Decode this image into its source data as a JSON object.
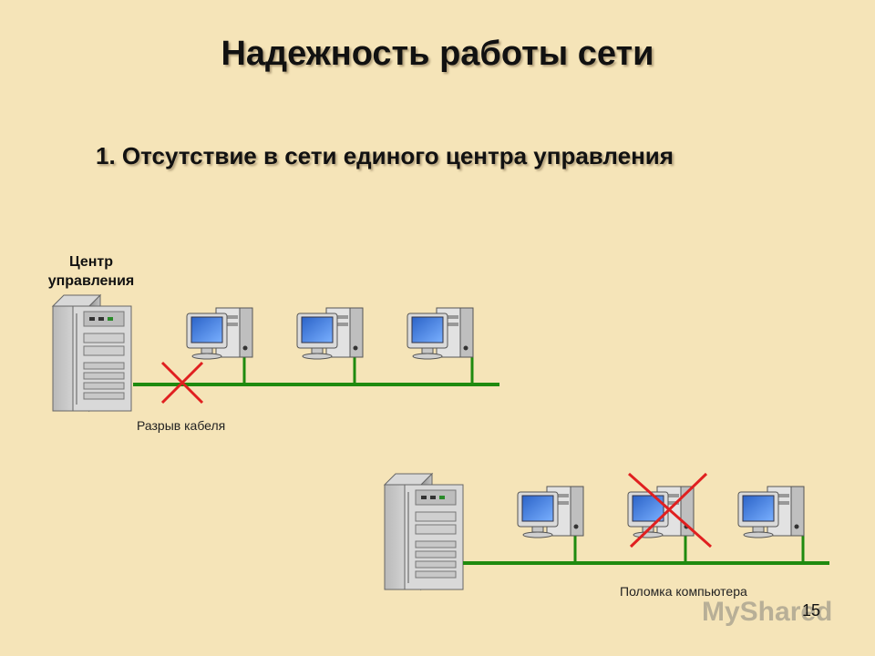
{
  "slide": {
    "title": "Надежность работы сети",
    "subtitle": "1. Отсутствие в сети единого центра управления",
    "control_center_label_line1": "Центр",
    "control_center_label_line2": "управления",
    "caption_cable_break": "Разрыв кабеля",
    "caption_computer_failure": "Поломка компьютера",
    "page_number": "15",
    "watermark": "MyShared"
  },
  "colors": {
    "background": "#f5e4b8",
    "cable": "#1f8a0f",
    "cross": "#e02020"
  },
  "icons": [
    "server-icon",
    "computer-icon",
    "red-cross-icon"
  ]
}
